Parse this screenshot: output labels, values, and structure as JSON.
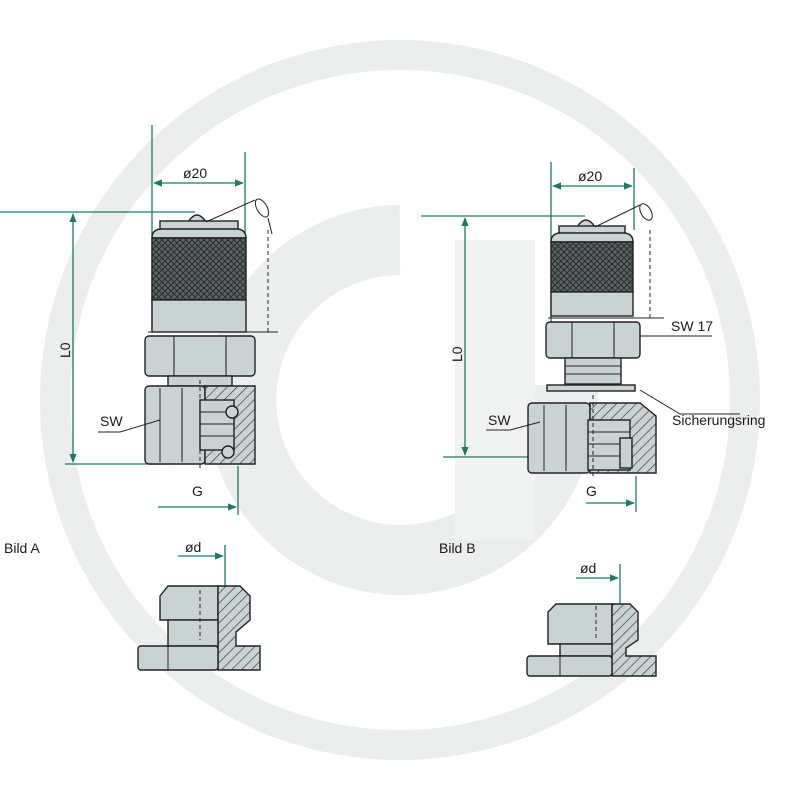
{
  "colors": {
    "dimension_line": "#1e7a63",
    "part_fill": "#c9d3d3",
    "knurl_fill": "#5e6566",
    "watermark": "#e9ecec"
  },
  "watermark": {
    "icon": "granit-g-logo"
  },
  "figure_a": {
    "caption": "Bild A",
    "dia_label": "ø20",
    "length_label": "L0",
    "wrench_label": "SW",
    "thread_label": "G",
    "bore_label": "ød"
  },
  "figure_b": {
    "caption": "Bild B",
    "dia_label": "ø20",
    "length_label": "L0",
    "wrench_label": "SW",
    "wrench17_label": "SW 17",
    "ring_label": "Sicherungsring",
    "thread_label": "G",
    "bore_label": "ød"
  }
}
